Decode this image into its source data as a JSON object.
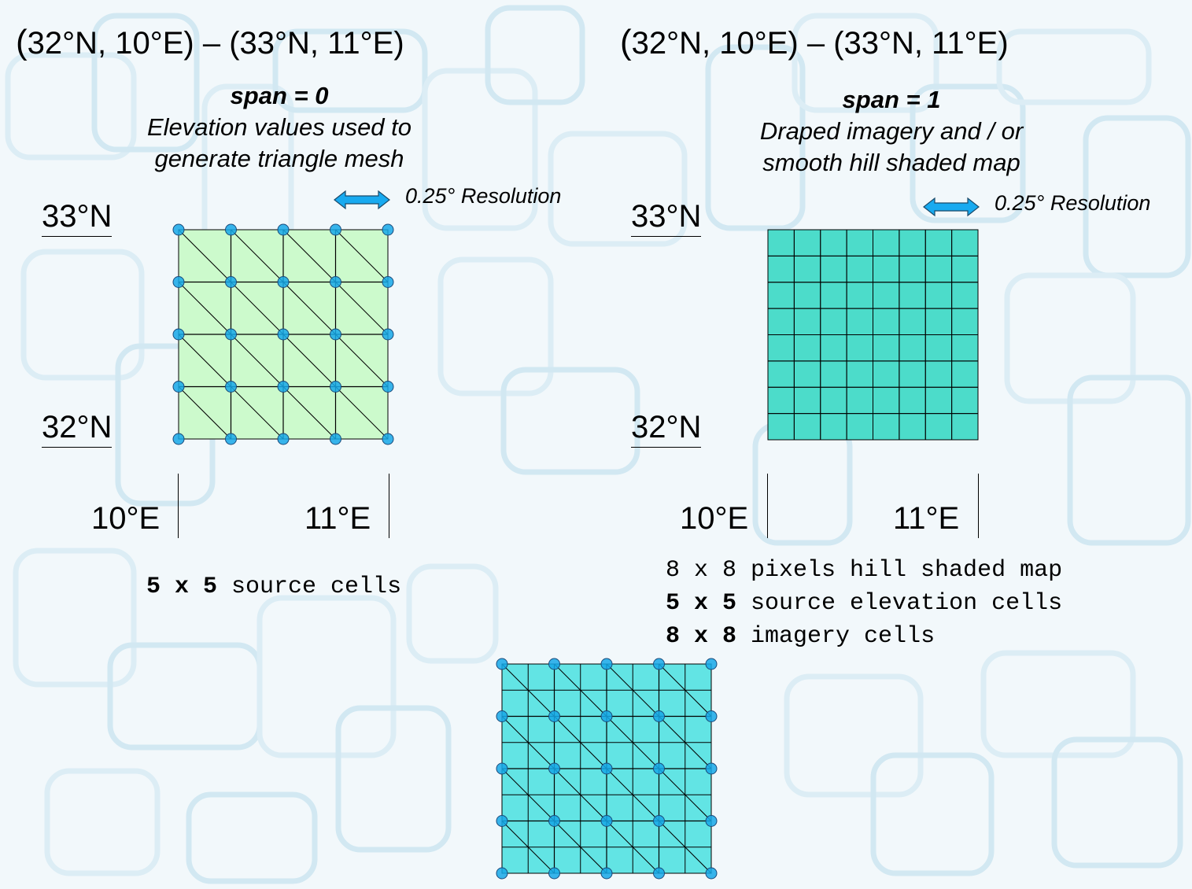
{
  "left_panel": {
    "title": "32°N, 10°E) – (33°N, 11°E)",
    "title_paren": "(",
    "span_label": "span = 0",
    "description_line1": "Elevation values used to",
    "description_line2": "generate triangle mesh",
    "resolution": "0.25° Resolution",
    "lat_top": "33°N",
    "lat_bottom": "32°N",
    "lon_left": "10°E",
    "lon_right": "11°E",
    "cells_bold": "5 x 5",
    "cells_text": "source cells"
  },
  "right_panel": {
    "title": "32°N, 10°E) – (33°N, 11°E)",
    "title_paren": "(",
    "span_label": "span = 1",
    "description_line1": "Draped imagery and / or",
    "description_line2": "smooth hill shaded map",
    "resolution": "0.25° Resolution",
    "lat_top": "33°N",
    "lat_bottom": "32°N",
    "lon_left": "10°E",
    "lon_right": "11°E",
    "legend_line1": "8 x 8 pixels hill shaded map",
    "legend_line2_bold": "5 x 5",
    "legend_line2_text": "source elevation cells",
    "legend_line3_bold": "8 x 8",
    "legend_line3_text": "imagery cells"
  },
  "colors": {
    "mesh_fill": "#ccfacc",
    "imagery_fill": "#4cdcca",
    "combined_fill": "#62e4e4",
    "node_fill": "#16a8e8",
    "arrow_fill": "#18aaf0",
    "background": "#f2f8fb"
  },
  "grids": {
    "source_cells": 5,
    "imagery_cells": 8
  }
}
